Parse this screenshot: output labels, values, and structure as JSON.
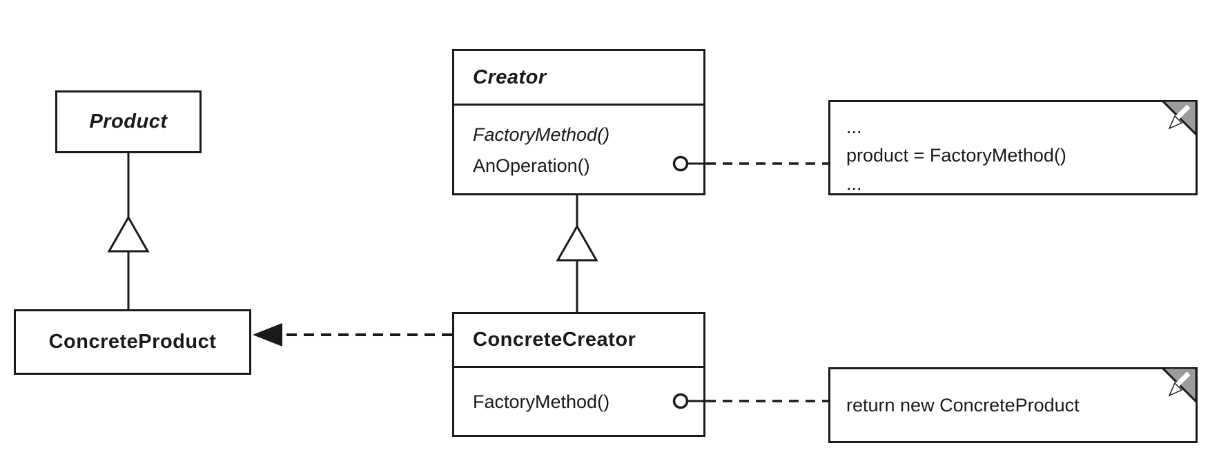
{
  "meta": {
    "title": "Factory Method design pattern — UML class diagram"
  },
  "palette": {
    "ink": "#1a1a1a",
    "paper": "#ffffff",
    "fold_gray": "#9c9c9c"
  },
  "classes": {
    "product": {
      "name": "Product",
      "abstract": true
    },
    "creator": {
      "name": "Creator",
      "abstract": true,
      "methods": {
        "factory_method": "FactoryMethod()",
        "an_operation": "AnOperation()"
      }
    },
    "concrete_product": {
      "name": "ConcreteProduct",
      "abstract": false
    },
    "concrete_creator": {
      "name": "ConcreteCreator",
      "abstract": false,
      "methods": {
        "factory_method": "FactoryMethod()"
      }
    }
  },
  "notes": {
    "creator_note": {
      "line1": "...",
      "line2": "product = FactoryMethod()",
      "line3": "..."
    },
    "concrete_creator_note": {
      "line1": "return new ConcreteProduct"
    }
  },
  "relations": [
    {
      "type": "generalization",
      "from": "ConcreteProduct",
      "to": "Product",
      "style": "solid-line-hollow-triangle"
    },
    {
      "type": "generalization",
      "from": "ConcreteCreator",
      "to": "Creator",
      "style": "solid-line-hollow-triangle"
    },
    {
      "type": "creates",
      "from": "ConcreteCreator",
      "to": "ConcreteProduct",
      "style": "dashed-line-filled-arrowhead"
    },
    {
      "type": "note-anchor",
      "from": "Creator.AnOperation()",
      "to": "creator_note",
      "style": "circle-plus-dashed-line"
    },
    {
      "type": "note-anchor",
      "from": "ConcreteCreator.FactoryMethod()",
      "to": "concrete_creator_note",
      "style": "circle-plus-dashed-line"
    }
  ]
}
